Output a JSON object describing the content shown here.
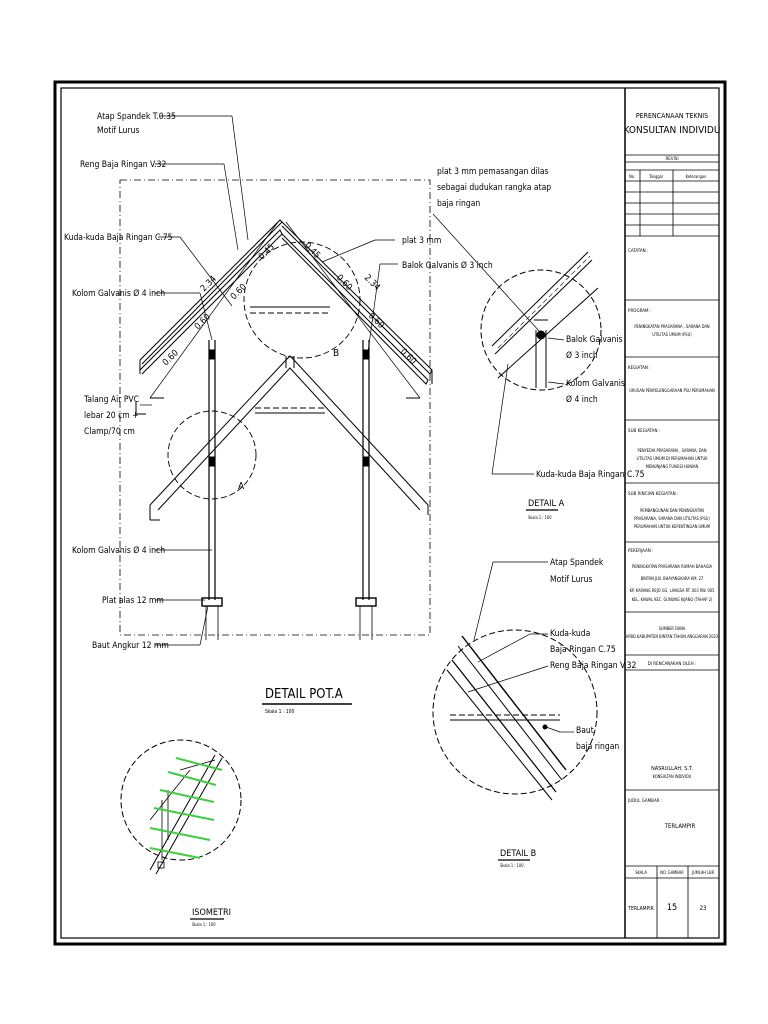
{
  "drawing": {
    "callouts_left": [
      "Atap Spandek T.0.35",
      "Motif Lurus",
      "Reng Baja Ringan V.32",
      "Kuda-kuda Baja Ringan C.75",
      "Kolom Galvanis Ø 4 inch",
      "Talang Air PVC",
      "lebar 20 cm +",
      "Clamp/70 cm",
      "Kolom Galvanis Ø 4 inch",
      "Plat alas 12 mm",
      "Baut Angkur 12 mm"
    ],
    "callouts_top": [
      "plat 3 mm pemasangan dilas",
      "sebagai dudukan rangka atap",
      "baja ringan",
      "plat 3 mm",
      "Balok Galvanis Ø 3 inch"
    ],
    "dimensions_left": [
      "2.34",
      "0.45",
      "0.60",
      "0.60",
      "0.60"
    ],
    "dimensions_right": [
      "2.34",
      "0.45",
      "0.60",
      "0.60",
      "0.60"
    ],
    "detail_markers": [
      "A",
      "B"
    ],
    "main_title": "DETAIL POT.A",
    "main_scale": "Skala 1 : 100",
    "detail_a": {
      "labels": [
        "Balok Galvanis",
        "Ø 3 inch",
        "Kolom Galvanis",
        "Ø 4 inch",
        "Kuda-kuda Baja Ringan C.75"
      ],
      "title": "DETAIL A",
      "scale": "Skala 1 : 100"
    },
    "detail_b": {
      "labels": [
        "Atap Spandek",
        "Motif Lurus",
        "Kuda-kuda",
        "Baja Ringan C.75",
        "Reng Baja Ringan V.32",
        "Baut",
        "baja ringan"
      ],
      "title": "DETAIL B",
      "scale": "Skala 1 : 100"
    },
    "isometric": {
      "title": "ISOMETRI",
      "scale": "Skala 1 : 100"
    }
  },
  "title_block": {
    "header_line1": "PERENCANAAN TEKNIS",
    "header_line2": "KONSULTAN INDIVIDU",
    "revisi_label": "REVISI",
    "revisi_columns": [
      "No.",
      "Tanggal",
      "Keterangan"
    ],
    "catatan_label": "CATATAN :",
    "program_label": "PROGRAM :",
    "program_lines": [
      "PENINGKATAN PRASARANA , SARANA DAN",
      "UTILITAS UMUM (PSU)"
    ],
    "kegiatan_label": "KEGIATAN :",
    "kegiatan_value": "URUSAN PENYELENGGARAAN PSU PERUMAHAN",
    "sub_kegiatan_label": "SUB KEGIATAN :",
    "sub_kegiatan_lines": [
      "PENYEDIA PRASARANA , SARANA, DAN",
      "UTILITAS UMUM DI PERUMAHAN UNTUK",
      "MENUNJANG FUNGSI HUNIAN"
    ],
    "sub_rincian_label": "SUB RINCIAN KEGIATAN :",
    "sub_rincian_lines": [
      "PEMBANGUNAN DAN PENINGKATAN",
      "PRASARANA, SARANA DAN UTILITAS (PSU)",
      "PERUMAHAN UNTUK KEPENTINGAN UMUM"
    ],
    "pekerjaan_label": "PEKERJAAN :",
    "pekerjaan_lines": [
      "PENINGKATAN PRASARANA RUMAH BAHAGIA",
      "BINTAN JLN. BHAYANGKARA KM. 27",
      "KP. KARANG REJO GG. LANGSA RT. 003 RW. 005",
      "KEL. KAWAL KEC. GUNUNG KIJANG (TAHAP 2)"
    ],
    "sumber_lines": [
      "SUMBER DANA",
      "APBD KABUPATEN BINTAN TAHUN ANGGARAN 2023"
    ],
    "direncanakan_label": "DI RENCANAKAN OLEH :",
    "planner_name": "NASRULLAH, S.T.",
    "planner_role": "KONSULTAN INDIVIDU",
    "judul_label": "JUDUL GAMBAR :",
    "judul_value": "TERLAMPIR",
    "footer_headers": [
      "SKALA",
      "NO. GAMBAR",
      "JUMLAH LBR"
    ],
    "footer_values": [
      "TERLAMPIR",
      "15",
      "23"
    ]
  },
  "colors": {
    "ink": "#000000",
    "paper": "#ffffff",
    "iso_green": "#3ecf3e"
  }
}
